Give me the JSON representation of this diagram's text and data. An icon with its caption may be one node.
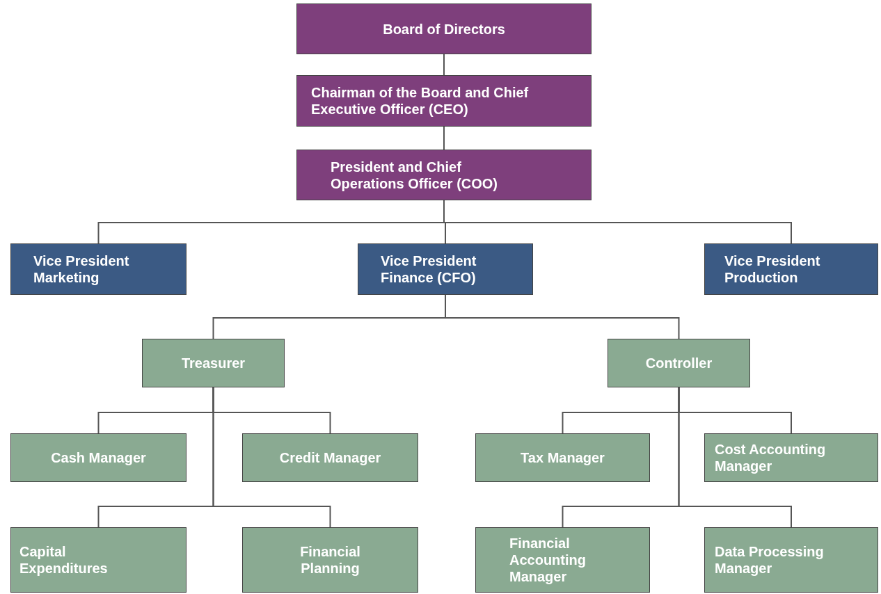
{
  "diagram": {
    "nodes": [
      {
        "text": [
          "Board of Directors"
        ]
      },
      {
        "text": [
          "Chairman of the Board and Chief Executive Officer (CEO)"
        ]
      },
      {
        "text": [
          "President and Chief Operations Officer (COO)"
        ]
      },
      {
        "text": [
          "Vice President Marketing"
        ]
      },
      {
        "text": [
          "Vice President Finance (CFO)"
        ]
      },
      {
        "text": [
          "Vice President Production"
        ]
      },
      {
        "text": [
          "Treasurer"
        ]
      },
      {
        "text": [
          "Controller"
        ]
      },
      {
        "text": [
          "Cash Manager"
        ]
      },
      {
        "text": [
          "Credit Manager"
        ]
      },
      {
        "text": [
          "Tax Manager"
        ]
      },
      {
        "text": [
          "Cost Accounting Manager"
        ]
      },
      {
        "text": [
          "Capital Expenditures"
        ]
      },
      {
        "text": [
          "Financial Planning"
        ]
      },
      {
        "text": [
          "Financial Accounting Manager"
        ]
      },
      {
        "text": [
          "Data Processing Manager"
        ]
      }
    ],
    "edges": [
      {
        "from": 0,
        "to": 1,
        "arrow": "none"
      },
      {
        "from": 1,
        "to": 2,
        "arrow": "none"
      },
      {
        "from": 2,
        "to": 3,
        "arrow": "none"
      },
      {
        "from": 2,
        "to": 4,
        "arrow": "none"
      },
      {
        "from": 2,
        "to": 5,
        "arrow": "none"
      },
      {
        "from": 4,
        "to": 6,
        "arrow": "none"
      },
      {
        "from": 4,
        "to": 7,
        "arrow": "none"
      },
      {
        "from": 6,
        "to": 8,
        "arrow": "none"
      },
      {
        "from": 6,
        "to": 9,
        "arrow": "none"
      },
      {
        "from": 6,
        "to": 12,
        "arrow": "none"
      },
      {
        "from": 6,
        "to": 13,
        "arrow": "none"
      },
      {
        "from": 7,
        "to": 10,
        "arrow": "none"
      },
      {
        "from": 7,
        "to": 11,
        "arrow": "none"
      },
      {
        "from": 7,
        "to": 14,
        "arrow": "none"
      },
      {
        "from": 7,
        "to": 15,
        "arrow": "none"
      }
    ]
  }
}
